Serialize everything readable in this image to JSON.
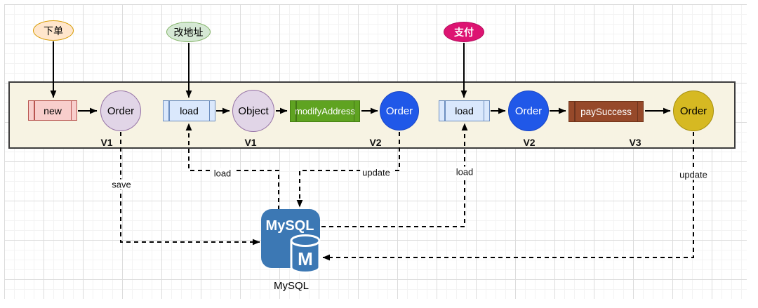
{
  "triggers": {
    "place_order": "下单",
    "change_address": "改地址",
    "pay": "支付"
  },
  "lane": {
    "nodes": {
      "new_box": "new",
      "order_v1": "Order",
      "load_1": "load",
      "object": "Object",
      "modify_address": "modifyAddress",
      "order_v2a": "Order",
      "load_2": "load",
      "order_v2b": "Order",
      "pay_success": "paySuccess",
      "order_v3": "Order"
    },
    "versions": {
      "v1a": "V1",
      "v1b": "V1",
      "v2a": "V2",
      "v2b": "V2",
      "v3": "V3"
    }
  },
  "connectors": {
    "save": "save",
    "load_1": "load",
    "update_1": "update",
    "load_2": "load",
    "update_2": "update"
  },
  "database": {
    "icon_title": "MySQL",
    "icon_letter": "M",
    "caption": "MySQL"
  },
  "colors": {
    "lane_fill": "#f7f3e3",
    "lane_border": "#3d3d3d",
    "mysql_blue": "#3c78b4",
    "new_fill": "#f8cecc",
    "new_stroke": "#b85450",
    "load_fill": "#dae8fc",
    "load_stroke": "#6c8ebf",
    "purple_fill": "#e1d5e7",
    "purple_stroke": "#9673a6",
    "green_fill": "#5fa321",
    "green_stroke": "#447f12",
    "brown_fill": "#96492a",
    "brown_stroke": "#6f3319",
    "blue_fill": "#2058e8",
    "blue_stroke": "#1a46c4",
    "gold_fill": "#d6b922",
    "gold_stroke": "#a68f0e",
    "orange_ellipse_fill": "#ffe6cc",
    "orange_ellipse_stroke": "#d79b00",
    "green_ellipse_fill": "#d5e8d4",
    "green_ellipse_stroke": "#82b366",
    "magenta_fill": "#dd1472",
    "magenta_stroke": "#b30d5c"
  }
}
